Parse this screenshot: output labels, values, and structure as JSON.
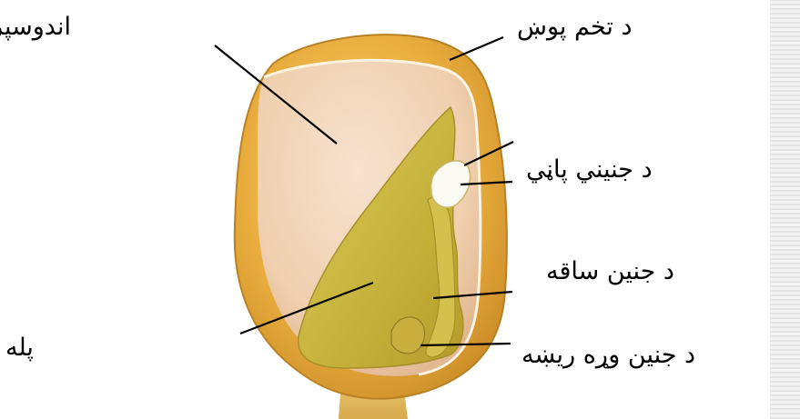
{
  "labels": {
    "endosperm": "اندوسپرم",
    "seed_coat": "د تخم پوښ",
    "plumule": "د جنيني پاڼي",
    "hypocotyl": "د جنين ساقه",
    "radicle": "د جنين وړه ريښه",
    "cotyledon": "پله"
  },
  "colors": {
    "outer_coat": "#e3a63a",
    "endosperm": "#f1d2b3",
    "embryo": "#c9b43a",
    "seed_coat_line": "#fdf3e2"
  }
}
